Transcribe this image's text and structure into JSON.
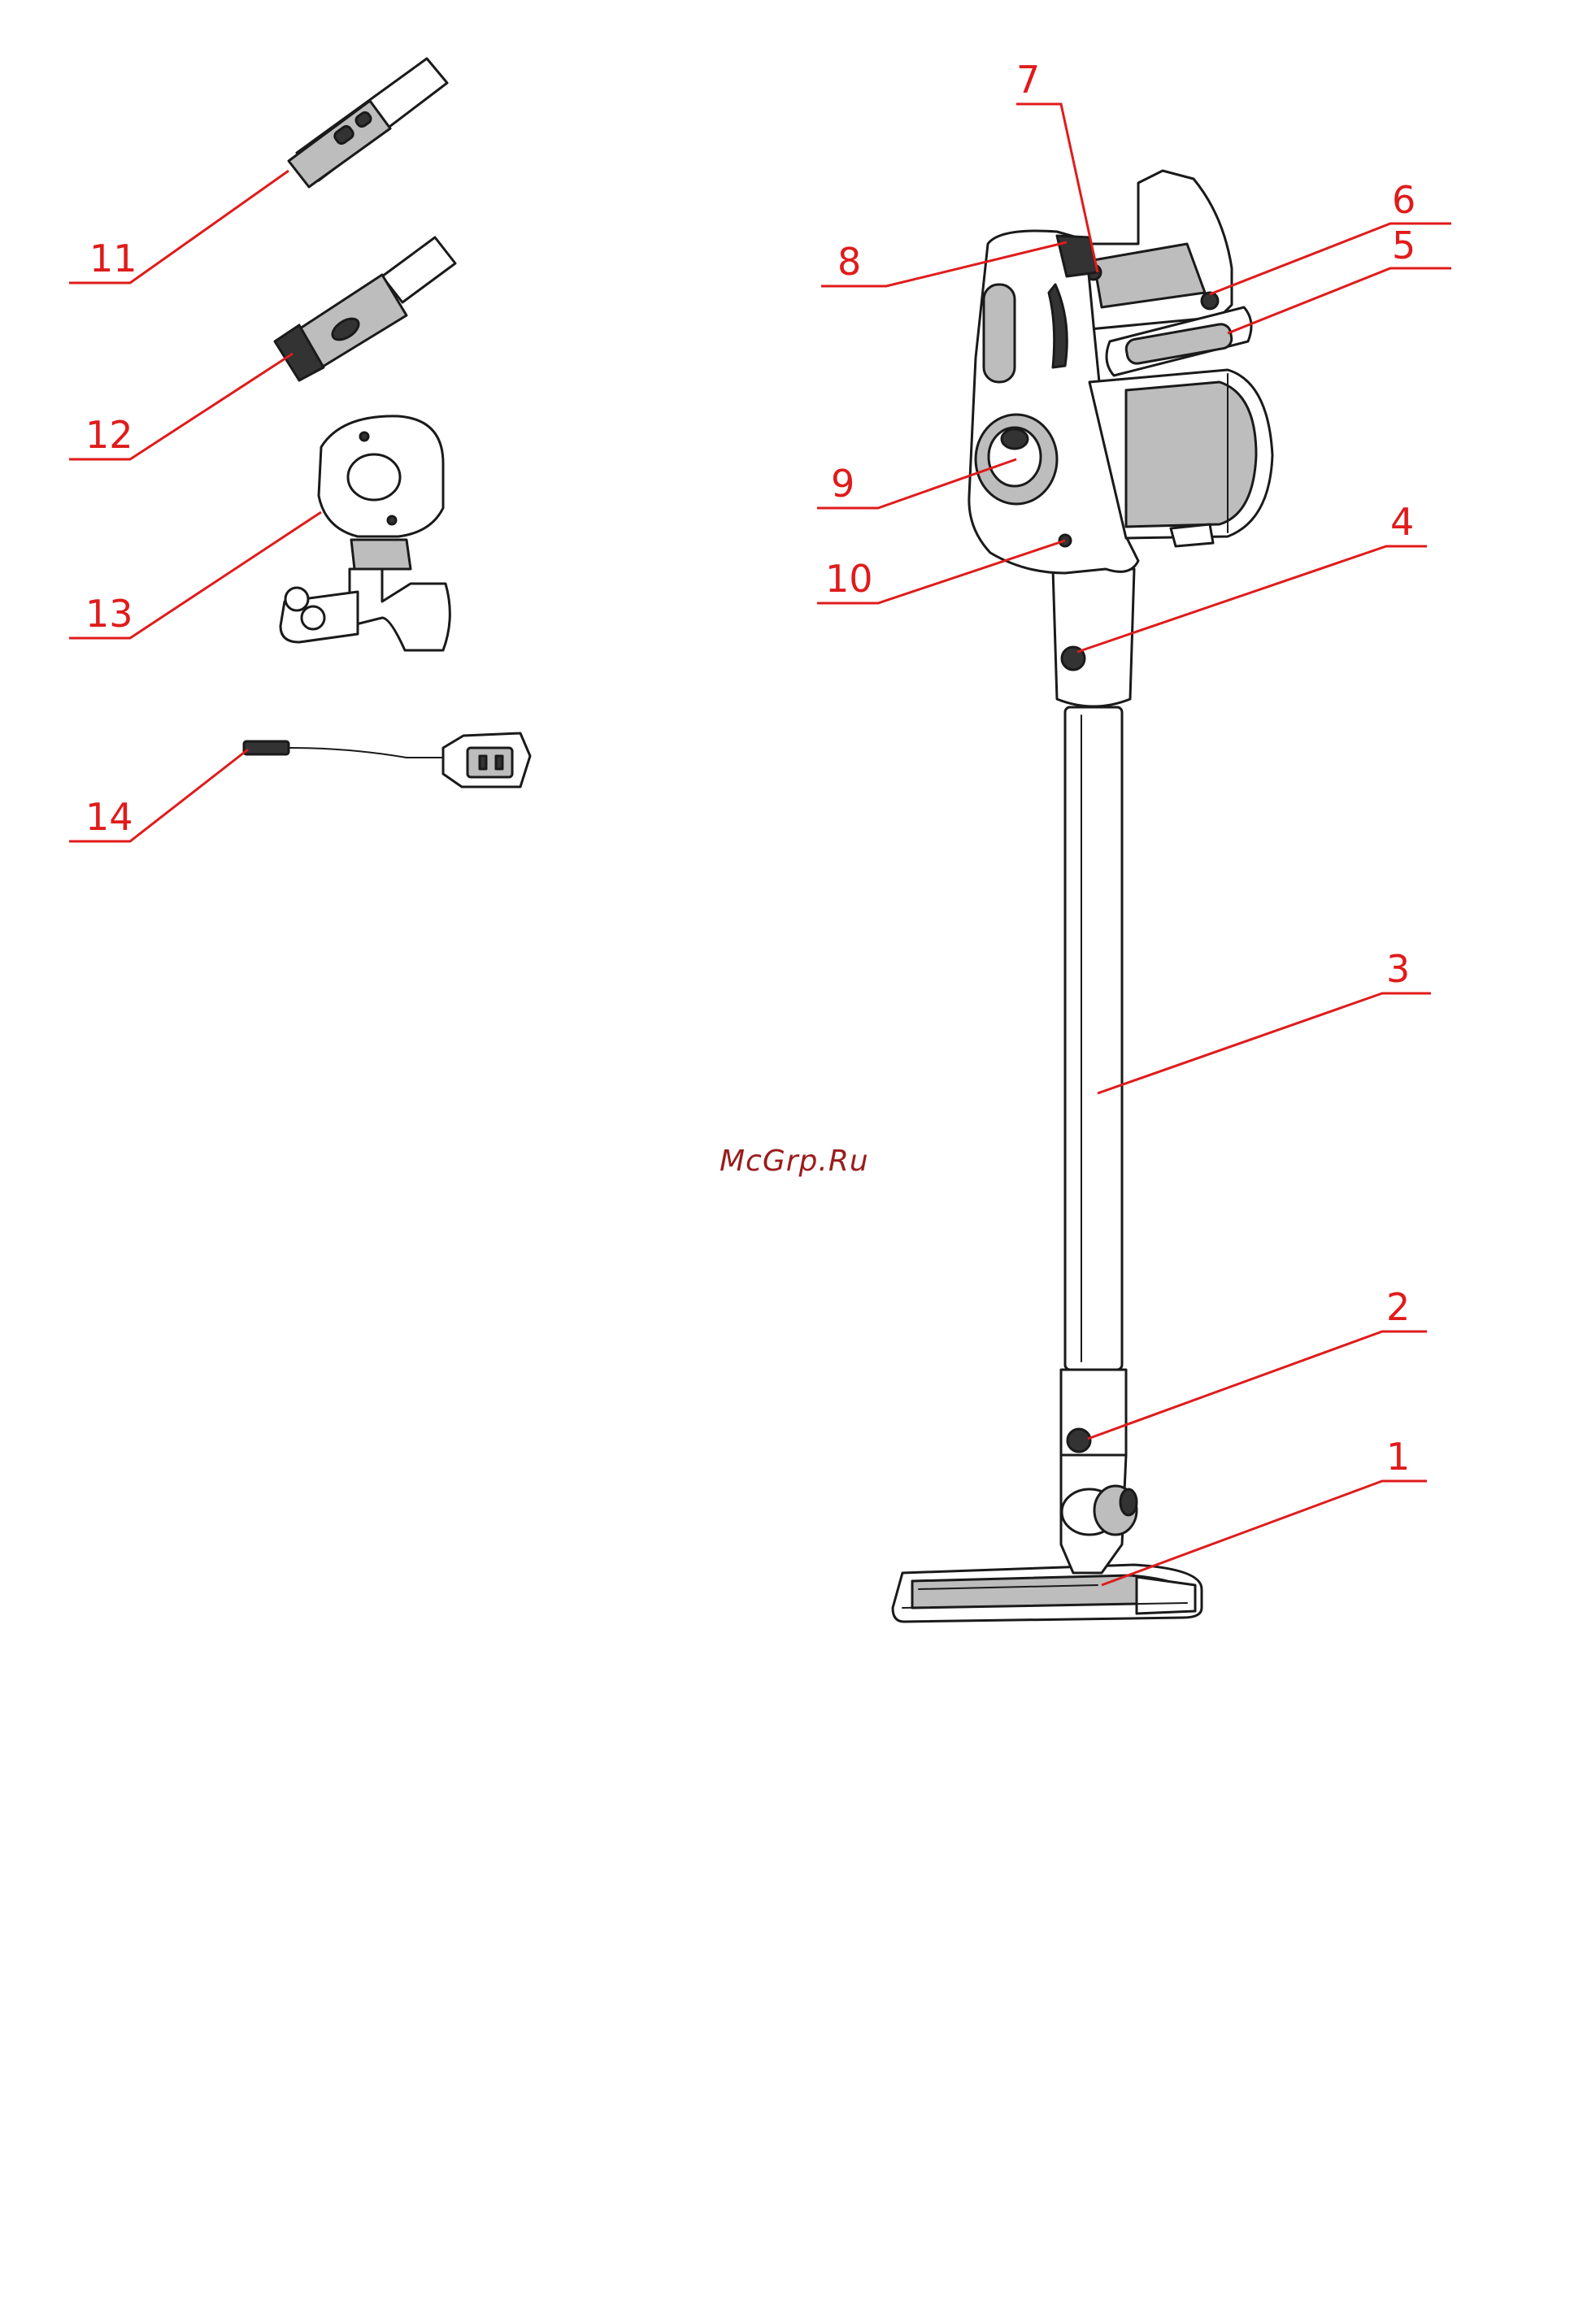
{
  "watermark": "McGrp.Ru",
  "colors": {
    "callout": "#e01b1b",
    "watermark": "#9b1c1c",
    "outline": "#1a1a1a",
    "body_fill": "#bdbdbd"
  },
  "callouts": [
    {
      "id": "1",
      "label": "1"
    },
    {
      "id": "2",
      "label": "2"
    },
    {
      "id": "3",
      "label": "3"
    },
    {
      "id": "4",
      "label": "4"
    },
    {
      "id": "5",
      "label": "5"
    },
    {
      "id": "6",
      "label": "6"
    },
    {
      "id": "7",
      "label": "7"
    },
    {
      "id": "8",
      "label": "8"
    },
    {
      "id": "9",
      "label": "9"
    },
    {
      "id": "10",
      "label": "10"
    },
    {
      "id": "11",
      "label": "11"
    },
    {
      "id": "12",
      "label": "12"
    },
    {
      "id": "13",
      "label": "13"
    },
    {
      "id": "14",
      "label": "14"
    }
  ]
}
